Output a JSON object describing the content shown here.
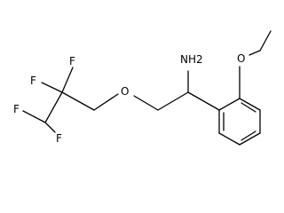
{
  "molecule": {
    "atoms": {
      "nh2": "NH2",
      "ether_o_left": "O",
      "ether_o_ethoxy": "O",
      "f_top": "F",
      "f_middle": "F",
      "f_bottom_left": "F",
      "f_bottom_right": "F"
    },
    "colors": {
      "bond": "#000000",
      "label": "#000000",
      "background": "#ffffff"
    }
  }
}
